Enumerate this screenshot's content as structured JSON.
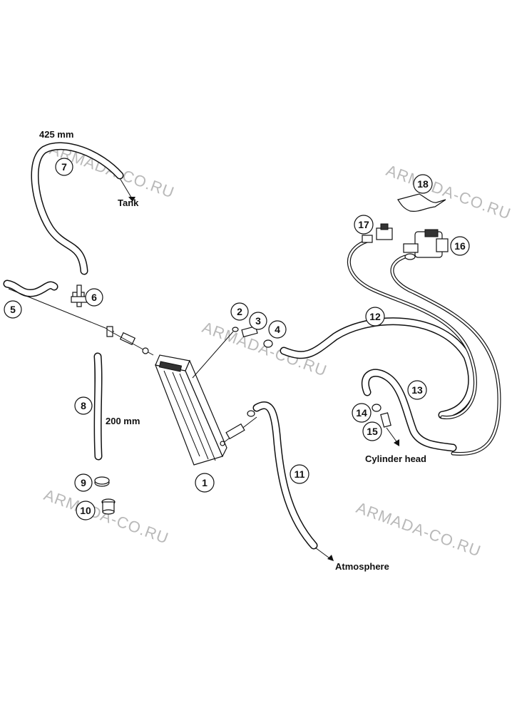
{
  "watermark": "ARMADA-CO.RU",
  "callouts": [
    "1",
    "2",
    "3",
    "4",
    "5",
    "6",
    "7",
    "8",
    "9",
    "10",
    "11",
    "12",
    "13",
    "14",
    "15",
    "16",
    "17",
    "18"
  ],
  "labels": {
    "hose_425": "425 mm",
    "hose_200": "200 mm",
    "tank": "Tank",
    "cylinder_head": "Cylinder head",
    "atmosphere": "Atmosphere"
  }
}
